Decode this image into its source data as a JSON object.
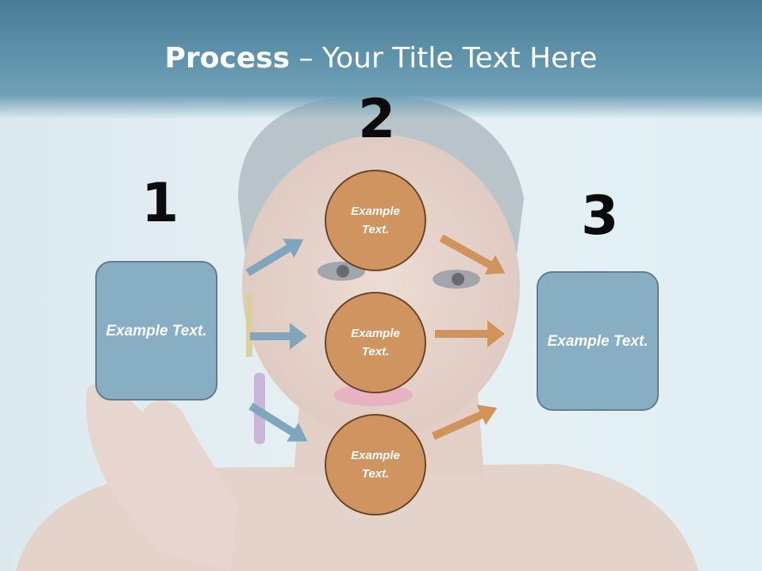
{
  "header": {
    "title_bold": "Process",
    "title_rest": " – Your Title Text Here"
  },
  "steps": {
    "one": "1",
    "two": "2",
    "three": "3"
  },
  "left_box": {
    "text": "Example Text."
  },
  "right_box": {
    "text": "Example Text."
  },
  "circles": [
    {
      "text": "Example Text."
    },
    {
      "text": "Example Text."
    },
    {
      "text": "Example Text."
    }
  ],
  "colors": {
    "header": "#5e91aa",
    "box_fill": "#87aec3",
    "circle_fill": "#cf9460",
    "blue_arrow": "#7ea7bd",
    "orange_arrow": "#d0935c"
  }
}
